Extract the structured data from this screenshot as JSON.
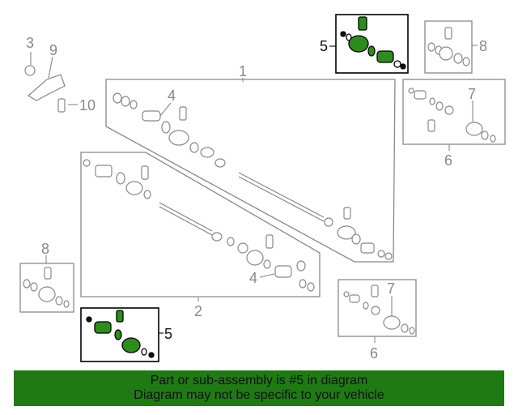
{
  "callouts": {
    "c1": "1",
    "c2": "2",
    "c3": "3",
    "c4_top": "4",
    "c4_bottom": "4",
    "c5_top": "5",
    "c5_bottom": "5",
    "c6_top": "6",
    "c6_bottom": "6",
    "c7_top": "7",
    "c7_bottom": "7",
    "c8_top": "8",
    "c8_left": "8",
    "c9": "9",
    "c10": "10"
  },
  "banner": {
    "line1": "Part or sub-assembly is #5 in diagram",
    "line2": "Diagram may not be specific to your vehicle"
  },
  "colors": {
    "banner_bg": "#1f7a14",
    "highlight_part": "#2e8b1e",
    "line_art": "#888888",
    "highlight_box": "#000000"
  }
}
